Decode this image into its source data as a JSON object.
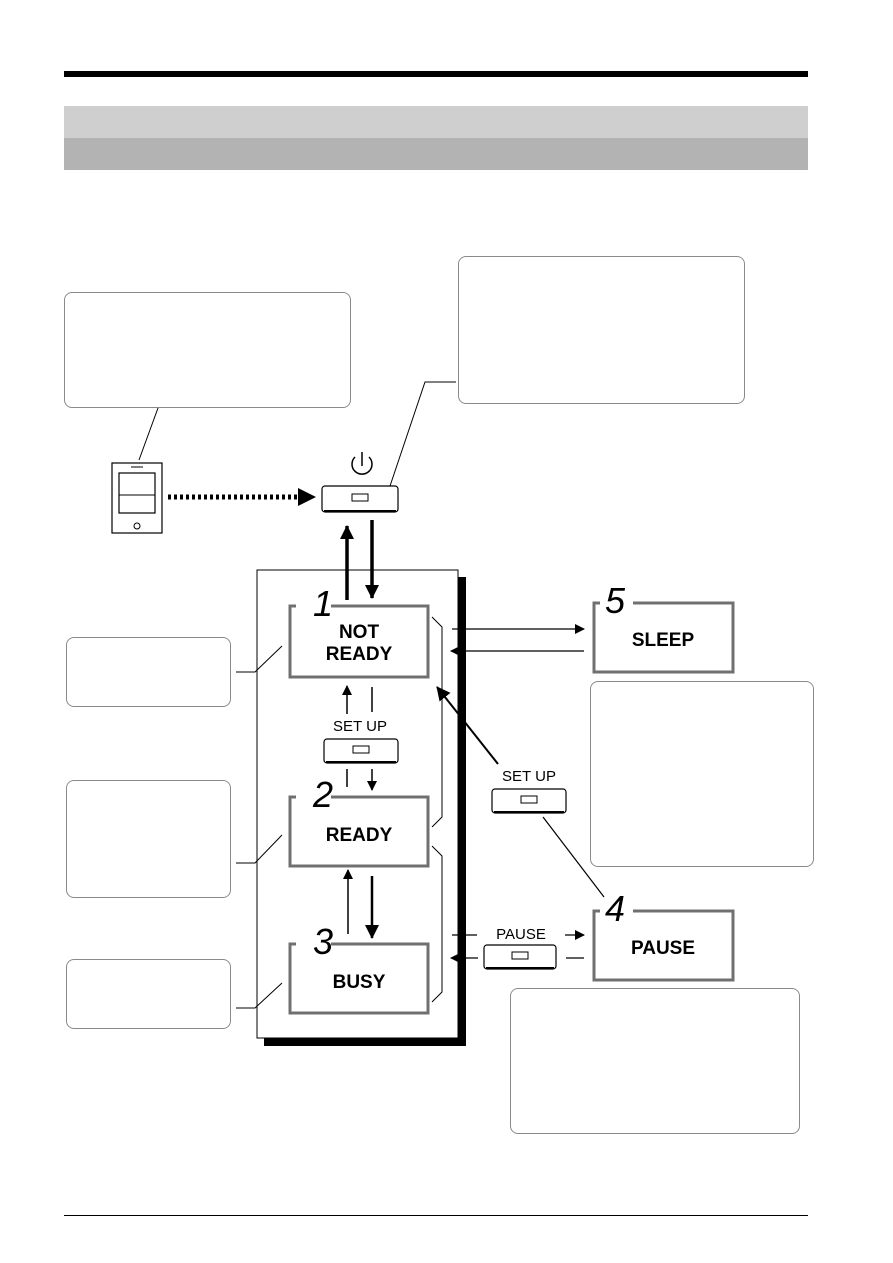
{
  "states": [
    {
      "number": "1",
      "line1": "NOT",
      "line2": "READY"
    },
    {
      "number": "2",
      "line1": "READY",
      "line2": ""
    },
    {
      "number": "3",
      "line1": "BUSY",
      "line2": ""
    },
    {
      "number": "4",
      "line1": "PAUSE",
      "line2": ""
    },
    {
      "number": "5",
      "line1": "SLEEP",
      "line2": ""
    }
  ],
  "buttons": {
    "setup_center": "SET UP",
    "setup_right": "SET UP",
    "pause": "PAUSE"
  },
  "icons": {
    "power": "power-icon",
    "device": "smartphone-icon"
  },
  "colors": {
    "state_border": "#707070",
    "band_light": "#cfcfcf",
    "band_dark": "#b3b3b3"
  }
}
